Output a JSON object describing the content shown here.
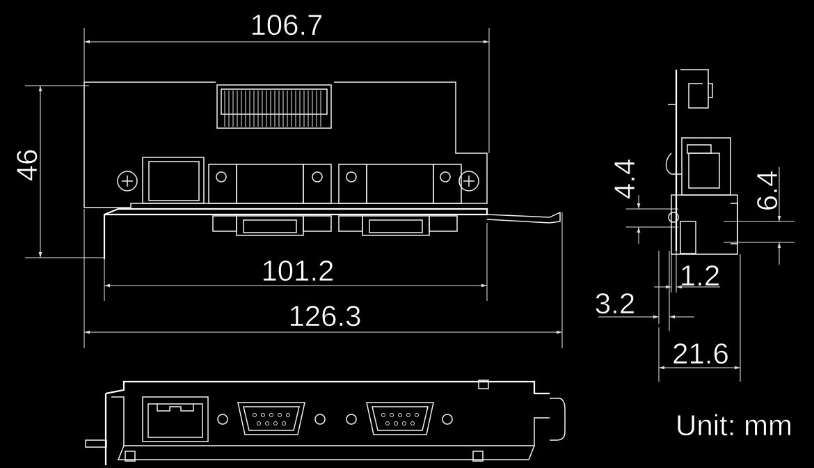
{
  "front_view": {
    "width_top": "106.7",
    "height": "46",
    "width_inner": "101.2",
    "width_overall": "126.3"
  },
  "side_view": {
    "dim_a": "4.4",
    "dim_b": "6.4",
    "dim_c": "1.2",
    "dim_d": "3.2",
    "depth": "21.6"
  },
  "unit_note": "Unit: mm"
}
